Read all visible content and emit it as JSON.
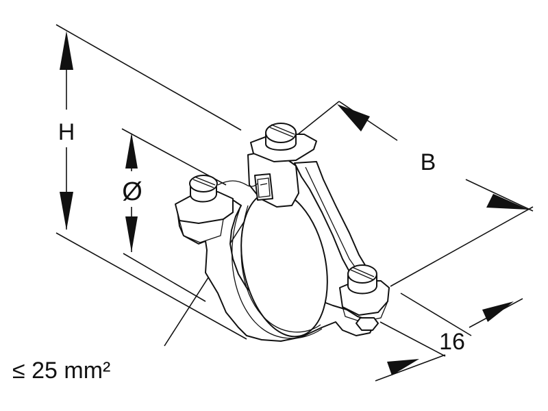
{
  "labels": {
    "height": "H",
    "diameter": "Ø",
    "width": "B",
    "thickness": "16",
    "cross_section": "≤ 25 mm²"
  }
}
